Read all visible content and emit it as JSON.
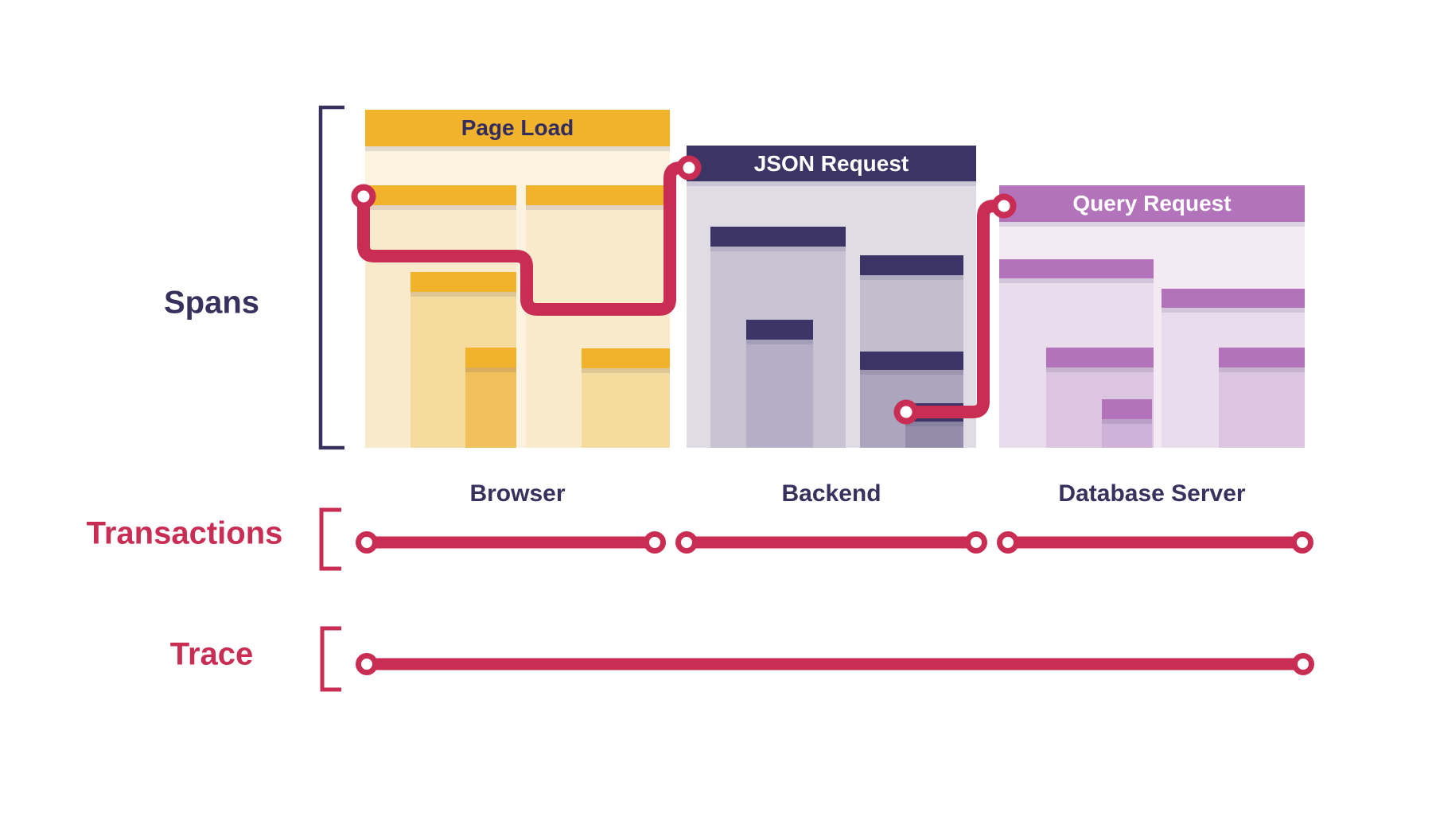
{
  "colors": {
    "red": "#C92D53",
    "navy": "#37315E",
    "gold": "#F0B32B",
    "purple": "#B273BA"
  },
  "side_labels": {
    "spans": "Spans",
    "transactions": "Transactions",
    "trace": "Trace"
  },
  "panels": [
    {
      "title": "Page Load",
      "label": "Browser"
    },
    {
      "title": "JSON Request",
      "label": "Backend"
    },
    {
      "title": "Query Request",
      "label": "Database Server"
    }
  ]
}
